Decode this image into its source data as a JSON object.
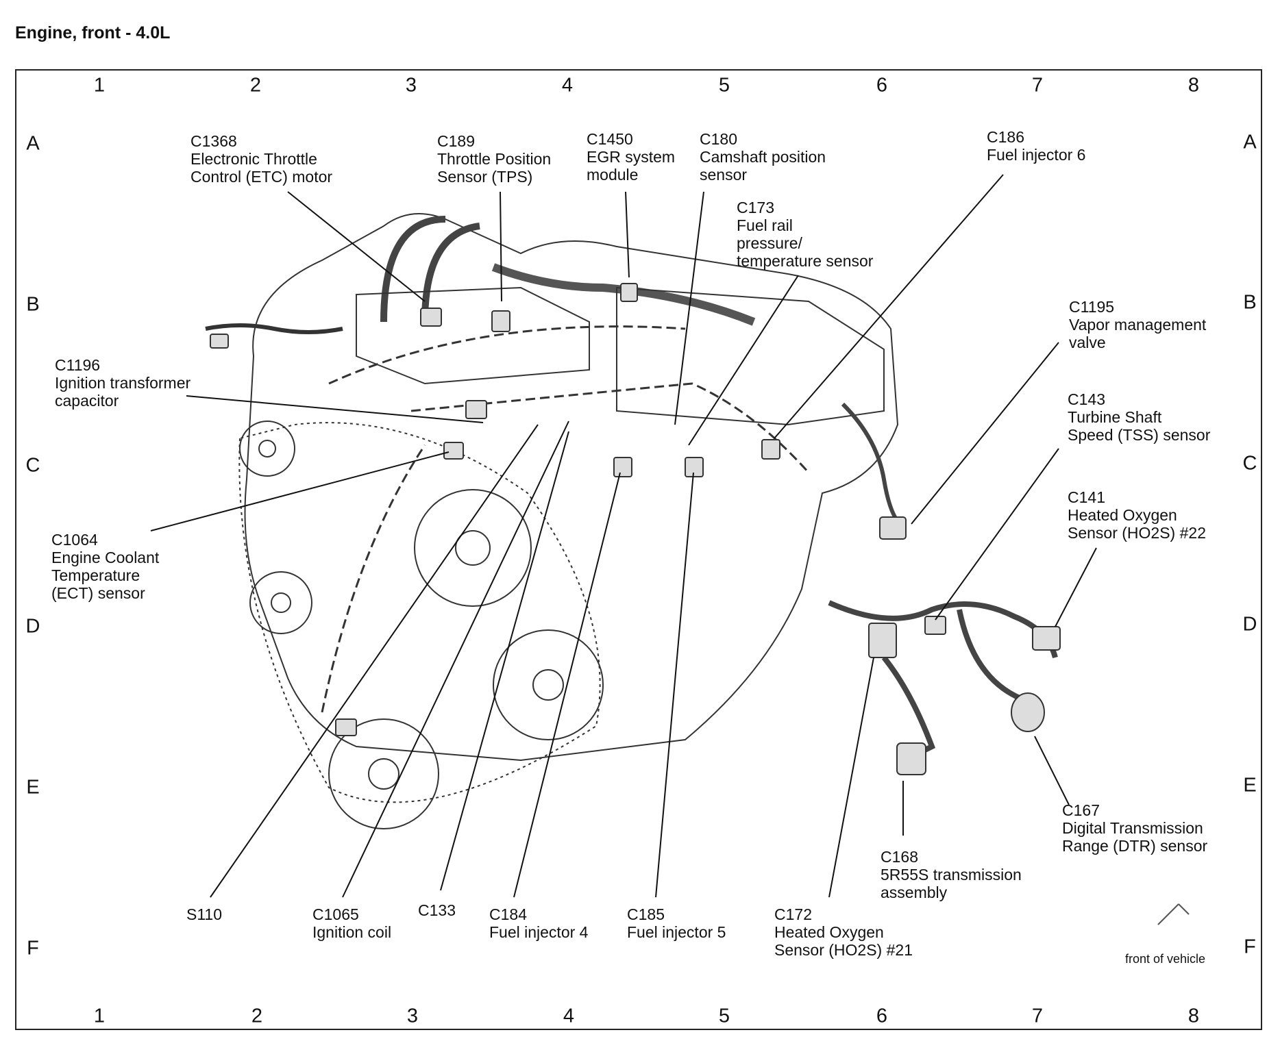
{
  "title": "Engine, front - 4.0L",
  "grid": {
    "columns": [
      "1",
      "2",
      "3",
      "4",
      "5",
      "6",
      "7",
      "8"
    ],
    "rows": [
      "A",
      "B",
      "C",
      "D",
      "E",
      "F"
    ]
  },
  "callouts": [
    {
      "id": "c1368",
      "code": "C1368",
      "lines": [
        "Electronic Throttle",
        "Control (ETC) motor"
      ]
    },
    {
      "id": "c189",
      "code": "C189",
      "lines": [
        "Throttle Position",
        "Sensor (TPS)"
      ]
    },
    {
      "id": "c1450",
      "code": "C1450",
      "lines": [
        "EGR system",
        "module"
      ]
    },
    {
      "id": "c180",
      "code": "C180",
      "lines": [
        "Camshaft position",
        "sensor"
      ]
    },
    {
      "id": "c173",
      "code": "C173",
      "lines": [
        "Fuel rail",
        "pressure/",
        "temperature sensor"
      ]
    },
    {
      "id": "c186",
      "code": "C186",
      "lines": [
        "Fuel injector 6"
      ]
    },
    {
      "id": "c1195",
      "code": "C1195",
      "lines": [
        "Vapor management",
        "valve"
      ]
    },
    {
      "id": "c143",
      "code": "C143",
      "lines": [
        "Turbine Shaft",
        "Speed (TSS) sensor"
      ]
    },
    {
      "id": "c141",
      "code": "C141",
      "lines": [
        "Heated Oxygen",
        "Sensor (HO2S) #22"
      ]
    },
    {
      "id": "c1196",
      "code": "C1196",
      "lines": [
        "Ignition transformer",
        "capacitor"
      ]
    },
    {
      "id": "c1064",
      "code": "C1064",
      "lines": [
        "Engine Coolant",
        "Temperature",
        "(ECT) sensor"
      ]
    },
    {
      "id": "c167",
      "code": "C167",
      "lines": [
        "Digital Transmission",
        "Range (DTR) sensor"
      ]
    },
    {
      "id": "c168",
      "code": "C168",
      "lines": [
        "5R55S transmission",
        "assembly"
      ]
    },
    {
      "id": "s110",
      "code": "S110",
      "lines": []
    },
    {
      "id": "c1065",
      "code": "C1065",
      "lines": [
        "Ignition coil"
      ]
    },
    {
      "id": "c133",
      "code": "C133",
      "lines": []
    },
    {
      "id": "c184",
      "code": "C184",
      "lines": [
        "Fuel injector 4"
      ]
    },
    {
      "id": "c185",
      "code": "C185",
      "lines": [
        "Fuel injector 5"
      ]
    },
    {
      "id": "c172",
      "code": "C172",
      "lines": [
        "Heated Oxygen",
        "Sensor (HO2S) #21"
      ]
    }
  ],
  "front_of_vehicle": "front of vehicle"
}
